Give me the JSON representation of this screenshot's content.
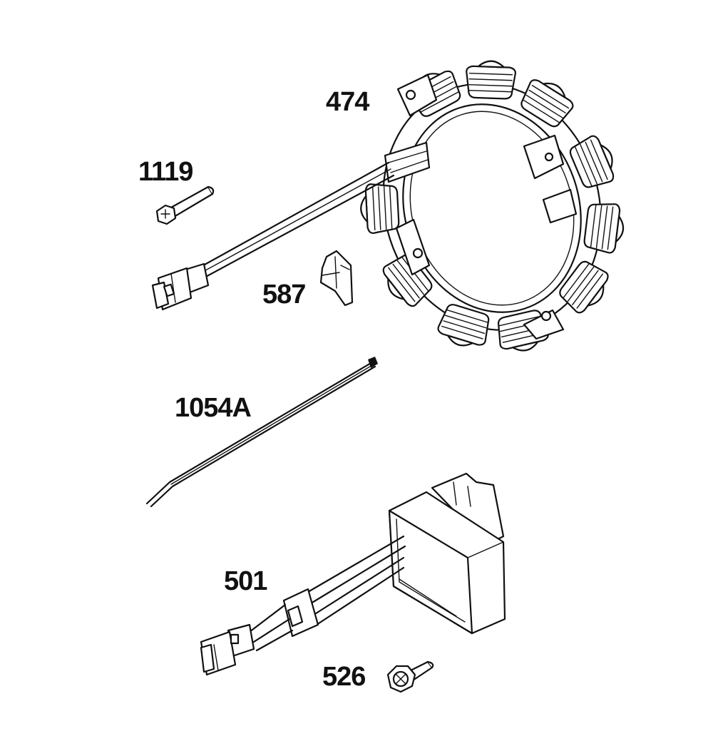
{
  "parts": [
    {
      "id": "stator",
      "label": "474"
    },
    {
      "id": "screw",
      "label": "1119"
    },
    {
      "id": "clip",
      "label": "587"
    },
    {
      "id": "cable-tie",
      "label": "1054A"
    },
    {
      "id": "regulator",
      "label": "501"
    },
    {
      "id": "bolt",
      "label": "526"
    }
  ],
  "colors": {
    "line": "#111111",
    "background": "#ffffff"
  }
}
